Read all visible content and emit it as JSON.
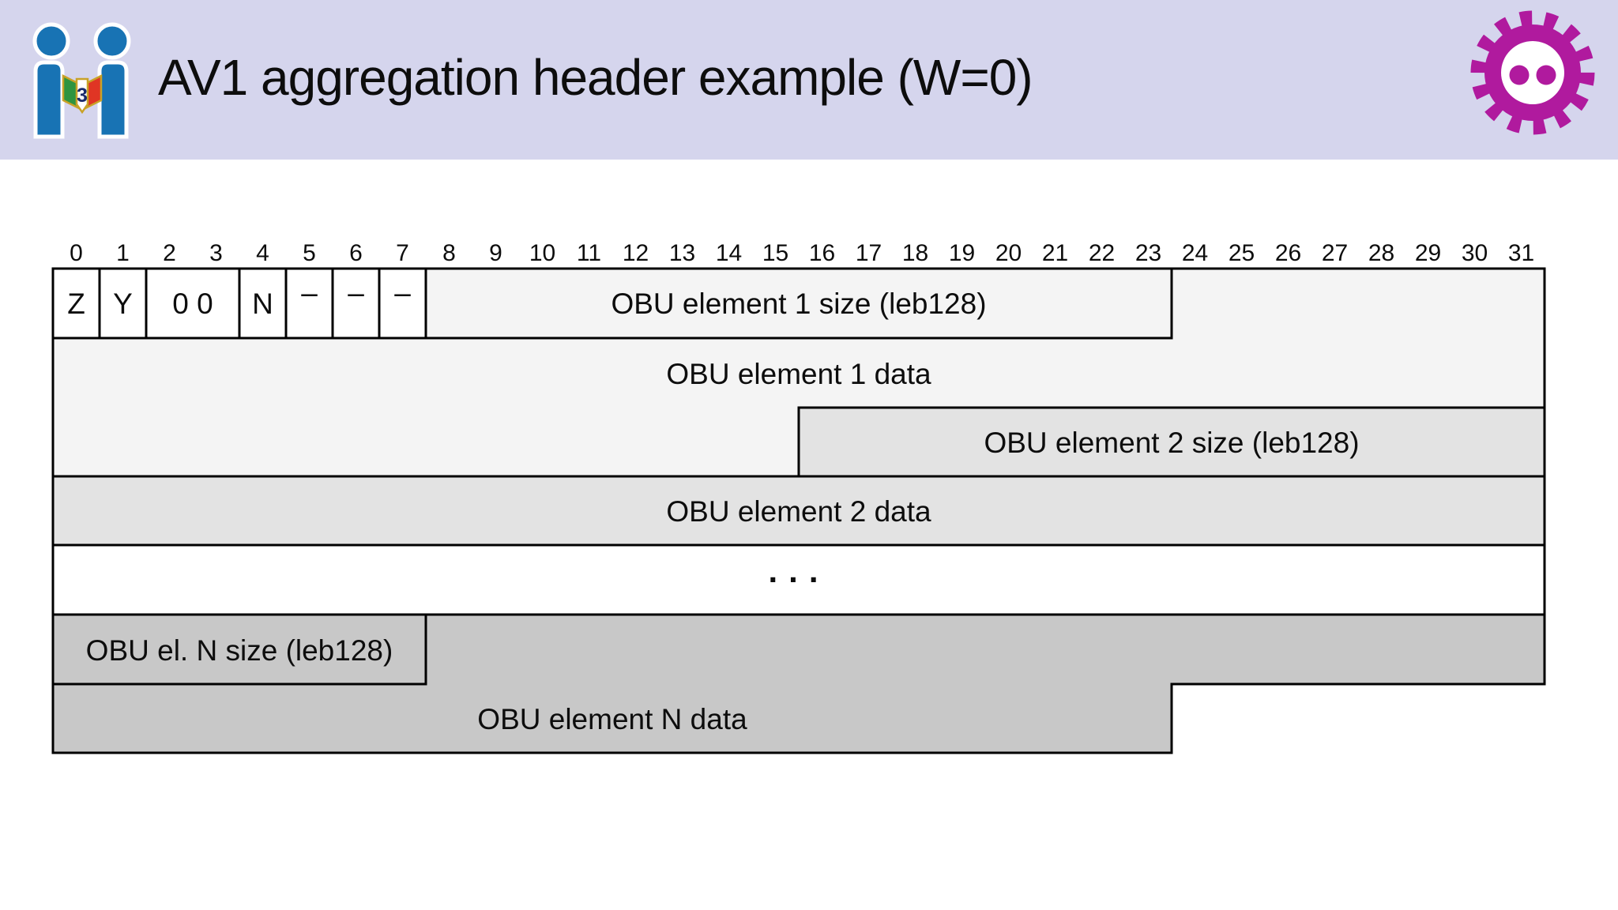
{
  "header": {
    "title": "AV1 aggregation header example (W=0)",
    "logo_badge": "3",
    "icons": [
      "meetecho-logo",
      "gear-icon"
    ]
  },
  "colors": {
    "band": "#d5d5ed",
    "element1_fill": "#f4f4f4",
    "element2_fill": "#e3e3e3",
    "elementN_fill": "#c8c8c8",
    "empty_row_fill": "#ffffff",
    "border": "#000000",
    "logo_blue": "#1873b4",
    "gear_magenta": "#b01a9e"
  },
  "diagram": {
    "bit_ruler": [
      "0",
      "1",
      "2",
      "3",
      "4",
      "5",
      "6",
      "7",
      "8",
      "9",
      "10",
      "11",
      "12",
      "13",
      "14",
      "15",
      "16",
      "17",
      "18",
      "19",
      "20",
      "21",
      "22",
      "23",
      "24",
      "25",
      "26",
      "27",
      "28",
      "29",
      "30",
      "31"
    ],
    "header_fields": [
      {
        "label": "Z",
        "bits": "0"
      },
      {
        "label": "Y",
        "bits": "1"
      },
      {
        "label": "0 0",
        "bits": "2-3"
      },
      {
        "label": "N",
        "bits": "4"
      },
      {
        "label": "–",
        "bits": "5"
      },
      {
        "label": "–",
        "bits": "6"
      },
      {
        "label": "–",
        "bits": "7"
      }
    ],
    "fields": {
      "el1_size": {
        "label": "OBU element 1 size (leb128)",
        "span": "row 1, bits 8-23"
      },
      "el1_data": {
        "label": "OBU element 1 data",
        "span": "row 1 bits 24-31 through row 3 bits 0-15"
      },
      "el2_size": {
        "label": "OBU element 2 size (leb128)",
        "span": "row 3, bits 16-31"
      },
      "el2_data": {
        "label": "OBU element 2 data",
        "span": "row 4, bits 0-31"
      },
      "ellipsis": {
        "label": "...",
        "span": "row 5, bits 0-31"
      },
      "elN_size": {
        "label": "OBU el. N size (leb128)",
        "span": "row 6, bits 0-7"
      },
      "elN_data": {
        "label": "OBU element N data",
        "span": "row 6 bits 8-31 through row 7 bits 0-23"
      }
    }
  }
}
